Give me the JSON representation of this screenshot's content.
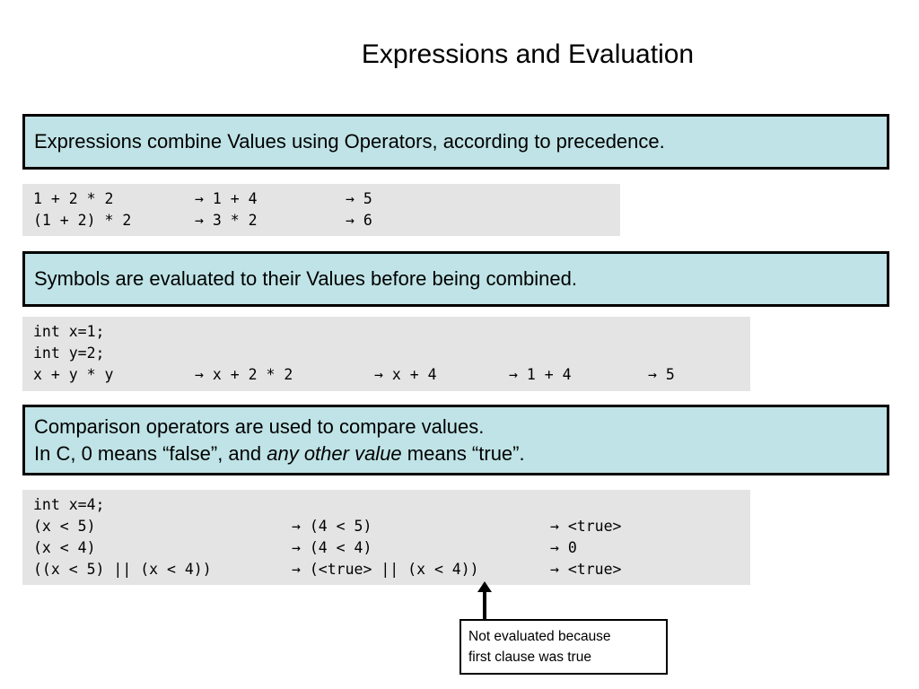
{
  "title": "Expressions and Evaluation",
  "callout1": "Expressions combine Values using Operators, according to precedence.",
  "code1": {
    "rows": [
      [
        "1 + 2 * 2",
        "→ 1 + 4",
        "→ 5"
      ],
      [
        "(1 + 2) * 2",
        "→ 3 * 2",
        "→ 6"
      ]
    ]
  },
  "callout2": "Symbols are evaluated to their Values before being combined.",
  "code2": {
    "line1": "int x=1;",
    "line2": "int y=2;",
    "row3": [
      "x + y * y",
      "→ x + 2 * 2",
      "→ x + 4",
      "→ 1 + 4",
      "→ 5"
    ]
  },
  "callout3": {
    "line1": "Comparison operators are used to compare values.",
    "line2_a": "In C, 0 means “false”, and ",
    "line2_em": "any other value",
    "line2_b": " means “true”."
  },
  "code3": {
    "line1": "int x=4;",
    "rows": [
      [
        "(x < 5)",
        "→ (4 < 5)",
        "→ <true>"
      ],
      [
        "(x < 4)",
        "→ (4 < 4)",
        "→ 0"
      ],
      [
        "((x < 5) || (x < 4))",
        "→ (<true> || (x < 4))",
        "→ <true>"
      ]
    ]
  },
  "note": {
    "line1": "Not evaluated because",
    "line2": "first clause was true"
  }
}
